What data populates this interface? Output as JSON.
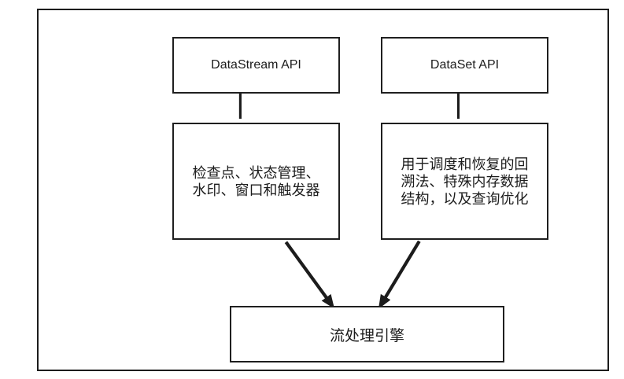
{
  "diagram": {
    "colors": {
      "line": "#1c1c1c",
      "background": "#ffffff"
    },
    "top_boxes": [
      {
        "label": "DataStream API"
      },
      {
        "label": "DataSet API"
      }
    ],
    "detail_boxes": [
      {
        "lines": [
          "检查点、状态管理、",
          "水印、窗口和触发器"
        ]
      },
      {
        "lines": [
          "用于调度和恢复的回",
          "溯法、特殊内存数据",
          "结构，以及查询优化"
        ]
      }
    ],
    "engine_box": {
      "label": "流处理引擎"
    }
  }
}
